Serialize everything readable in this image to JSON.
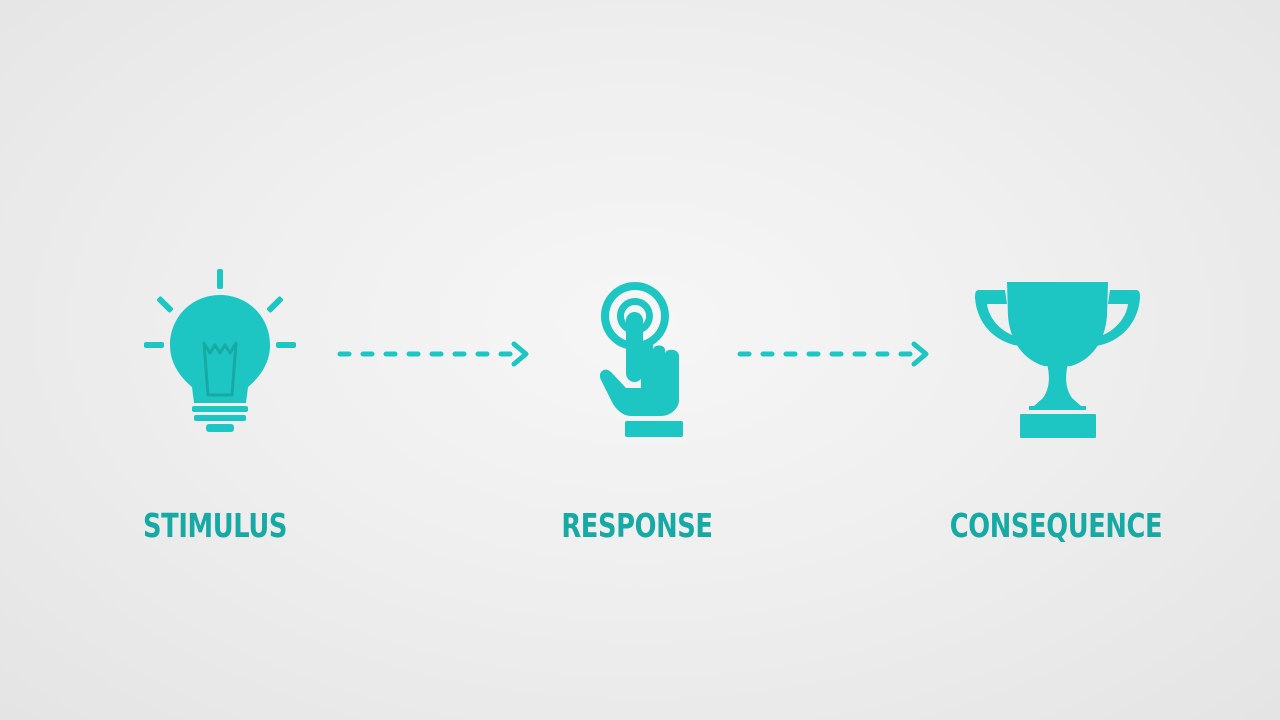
{
  "accent_color": "#1ec6c3",
  "label_color": "#17a9a4",
  "steps": [
    {
      "label": "STIMULUS",
      "icon": "lightbulb-icon"
    },
    {
      "label": "RESPONSE",
      "icon": "hand-pointer-icon"
    },
    {
      "label": "CONSEQUENCE",
      "icon": "trophy-icon"
    }
  ],
  "connectors": [
    {
      "from": "STIMULUS",
      "to": "RESPONSE",
      "style": "dashed-arrow"
    },
    {
      "from": "RESPONSE",
      "to": "CONSEQUENCE",
      "style": "dashed-arrow"
    }
  ]
}
